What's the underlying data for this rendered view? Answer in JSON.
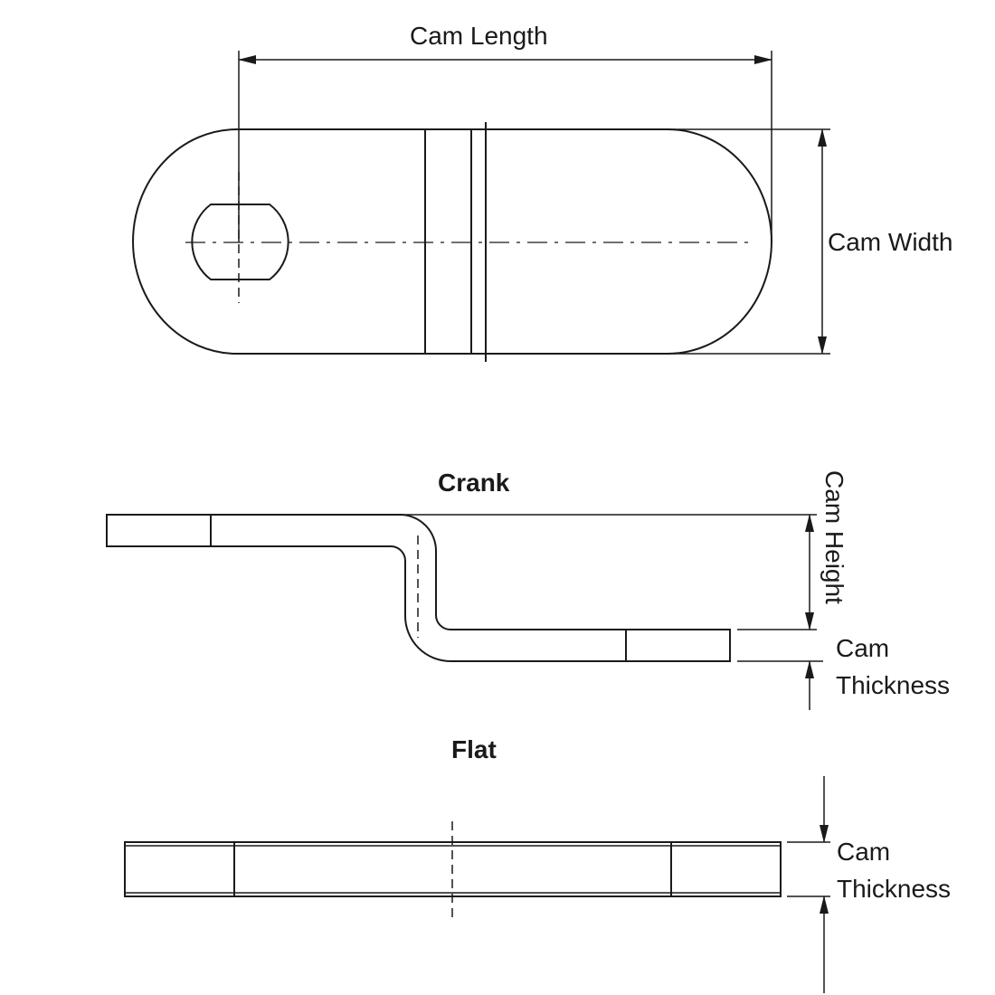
{
  "diagram": {
    "views": {
      "top": {
        "dimensions": {
          "length": "Cam Length",
          "width": "Cam Width"
        }
      },
      "crank": {
        "title": "Crank",
        "dimensions": {
          "height": "Cam Height",
          "thickness_line1": "Cam",
          "thickness_line2": "Thickness"
        }
      },
      "flat": {
        "title": "Flat",
        "dimensions": {
          "thickness_line1": "Cam",
          "thickness_line2": "Thickness"
        }
      }
    }
  }
}
